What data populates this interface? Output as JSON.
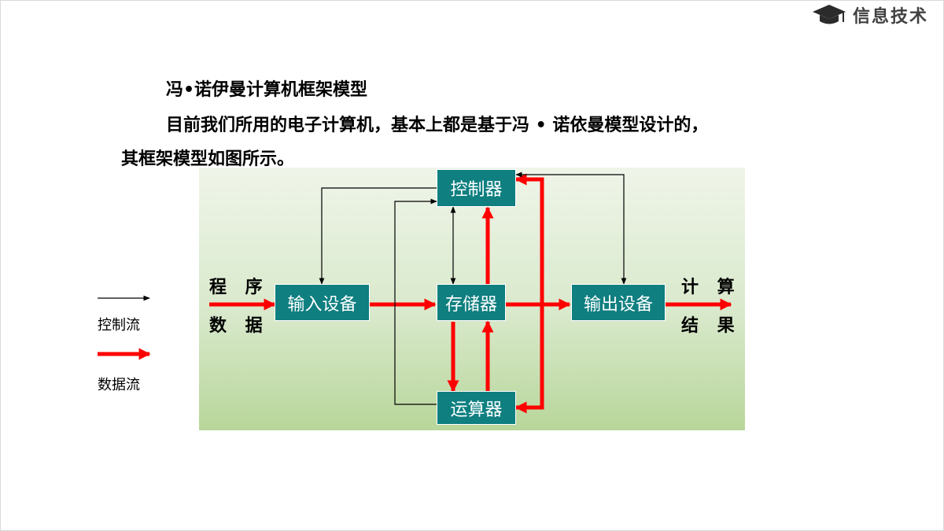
{
  "header": {
    "brand": "信息技术",
    "brand_icon": "graduation-cap-icon"
  },
  "content": {
    "title": "冯•诺伊曼计算机框架模型",
    "para1": "目前我们所用的电子计算机，基本上都是基于冯 • 诺依曼模型设计的，",
    "para2": "其框架模型如图所示。"
  },
  "diagram": {
    "input_label_top": "程 序",
    "input_label_bottom": "数 据",
    "output_label_top": "计 算",
    "output_label_bottom": "结 果",
    "boxes": {
      "controller": "控制器",
      "input": "输入设备",
      "memory": "存储器",
      "output": "输出设备",
      "alu": "运算器"
    },
    "colors": {
      "box": "#0f7f80",
      "data_flow": "#ff0000",
      "control_flow": "#000000"
    }
  },
  "legend": {
    "control": "控制流",
    "data": "数据流"
  }
}
